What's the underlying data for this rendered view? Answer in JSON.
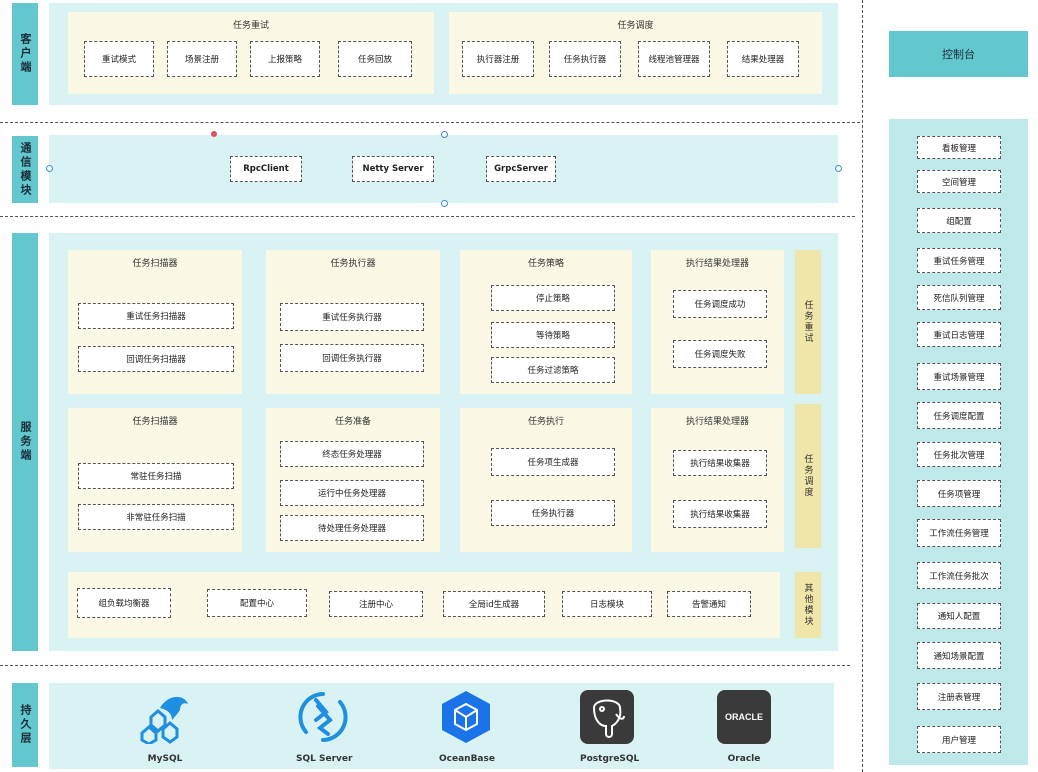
{
  "colors": {
    "side_label": "#62c8cd",
    "tier_bg": "#d9f3f5",
    "group_bg": "#fbf8e6",
    "vertical_tag": "#f1e6a9",
    "panel": "#bfe8ea"
  },
  "layers": {
    "client": "客户端",
    "comm": "通信模块",
    "server": "服务端",
    "persist": "持久层"
  },
  "client": {
    "retry_title": "任务重试",
    "retry_items": [
      "重试模式",
      "场景注册",
      "上报策略",
      "任务回放"
    ],
    "dispatch_title": "任务调度",
    "dispatch_items": [
      "执行器注册",
      "任务执行器",
      "线程池管理器",
      "结果处理器"
    ]
  },
  "comm": {
    "items": [
      "RpcClient",
      "Netty Server",
      "GrpcServer"
    ]
  },
  "server": {
    "retry_row": {
      "tag": "任务重试",
      "scanner": {
        "title": "任务扫描器",
        "items": [
          "重试任务扫描器",
          "回调任务扫描器"
        ]
      },
      "executor": {
        "title": "任务执行器",
        "items": [
          "重试任务执行器",
          "回调任务执行器"
        ]
      },
      "strategy": {
        "title": "任务策略",
        "items": [
          "停止策略",
          "等待策略",
          "任务过滤策略"
        ]
      },
      "result": {
        "title": "执行结果处理器",
        "items": [
          "任务调度成功",
          "任务调度失败"
        ]
      }
    },
    "dispatch_row": {
      "tag": "任务调度",
      "scanner": {
        "title": "任务扫描器",
        "items": [
          "常驻任务扫描",
          "非常驻任务扫描"
        ]
      },
      "prepare": {
        "title": "任务准备",
        "items": [
          "终态任务处理器",
          "运行中任务处理器",
          "待处理任务处理器"
        ]
      },
      "execute": {
        "title": "任务执行",
        "items": [
          "任务项生成器",
          "任务执行器"
        ]
      },
      "result": {
        "title": "执行结果处理器",
        "items": [
          "执行结果收集器",
          "执行结果收集器"
        ]
      }
    },
    "other_row": {
      "tag": "其他模块",
      "items": [
        "组负载均衡器",
        "配置中心",
        "注册中心",
        "全局id生成器",
        "日志模块",
        "告警通知"
      ]
    }
  },
  "persist": {
    "databases": [
      {
        "name": "MySQL",
        "icon": "mysql-icon"
      },
      {
        "name": "SQL Server",
        "icon": "sql-server-icon"
      },
      {
        "name": "OceanBase",
        "icon": "oceanbase-icon"
      },
      {
        "name": "PostgreSQL",
        "icon": "postgresql-icon"
      },
      {
        "name": "Oracle",
        "icon": "oracle-icon"
      }
    ],
    "oracle_logo_text": "ORACLE"
  },
  "console": {
    "title": "控制台",
    "items": [
      "看板管理",
      "空间管理",
      "组配置",
      "重试任务管理",
      "死信队列管理",
      "重试日志管理",
      "重试场景管理",
      "任务调度配置",
      "任务批次管理",
      "任务项管理",
      "工作流任务管理",
      "工作流任务批次",
      "通知人配置",
      "通知场景配置",
      "注册表管理",
      "用户管理"
    ]
  }
}
